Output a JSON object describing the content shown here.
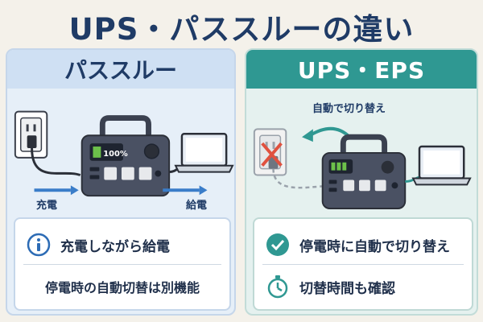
{
  "title": "UPS・パススルーの違い",
  "left_panel": {
    "header": "パススルー",
    "flow_in": "充電",
    "flow_out": "給電",
    "battery_label": "100%",
    "point1": "充電しながら給電",
    "point2": "停電時の自動切替は別機能"
  },
  "right_panel": {
    "header": "UPS・EPS",
    "switch_label": "自動で切り替え",
    "point1": "停電時に自動で切り替え",
    "point2": "切替時間も確認"
  },
  "colors": {
    "navy": "#1f3b66",
    "teal": "#2f9892",
    "blue_arrow": "#3a7dc9",
    "red_x": "#e0513f",
    "battery_green": "#6cc04a"
  },
  "icons": [
    "outlet-icon",
    "plug-icon",
    "power-station-icon",
    "laptop-icon",
    "cross-icon",
    "curved-arrow-icon",
    "info-icon",
    "check-icon",
    "stopwatch-icon"
  ]
}
